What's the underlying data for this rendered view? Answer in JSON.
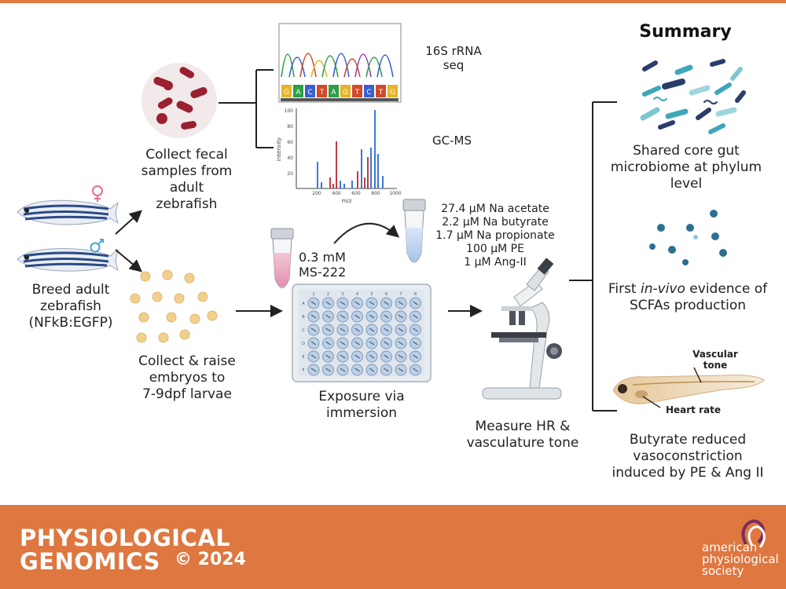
{
  "left": {
    "breed_label": "Breed adult\nzebrafish\n(NFkB:EGFP)",
    "fecal_label": "Collect fecal\nsamples from\nadult zebrafish",
    "embryo_label": "Collect & raise\nembryos to\n7-9dpf larvae"
  },
  "analysis": {
    "rrna_label": "16S rRNA\nseq",
    "gcms_label": "GC-MS",
    "sequence_bases": [
      "G",
      "A",
      "C",
      "T",
      "A",
      "G",
      "T",
      "C",
      "T",
      "G"
    ],
    "chart_axis_y": "intensity",
    "chart_axis_x": "m/z",
    "y_ticks": [
      "100",
      "80",
      "60",
      "40",
      "20"
    ],
    "x_ticks": [
      "200",
      "400",
      "600",
      "800",
      "1000"
    ]
  },
  "exposure": {
    "tube1_label": "0.3 mM\nMS-222",
    "tube2_label": "27.4 µM Na acetate\n2.2 µM Na butyrate\n1.7 µM Na propionate\n100 µM PE\n1 µM Ang-II",
    "plate_label": "Exposure via\nimmersion",
    "plate_cols": [
      "1",
      "2",
      "3",
      "4",
      "5",
      "6",
      "7",
      "8"
    ],
    "plate_rows": [
      "A",
      "B",
      "C",
      "D",
      "E",
      "F"
    ]
  },
  "measure": {
    "label": "Measure HR &\nvasculature tone"
  },
  "summary": {
    "title": "Summary",
    "finding1": "Shared core gut\nmicrobiome at  phylum\nlevel",
    "finding2_pre": "First ",
    "finding2_em": "in-vivo",
    "finding2_post": " evidence of",
    "finding2_line2": "SCFAs production",
    "finding3": "Butyrate reduced\nvasoconstriction\ninduced by PE & Ang II",
    "larva_vascular": "Vascular\ntone",
    "larva_heart": "Heart rate"
  },
  "footer": {
    "journal_line1": "PHYSIOLOGICAL",
    "journal_line2": "GENOMICS",
    "copyright": "© 2024",
    "society": "american\nphysiological\nsociety"
  },
  "colors": {
    "accent": "#de7740",
    "rbc": "#9b2030",
    "bacteria_teal": "#3fa7b8",
    "bacteria_navy": "#2a3d6b"
  }
}
